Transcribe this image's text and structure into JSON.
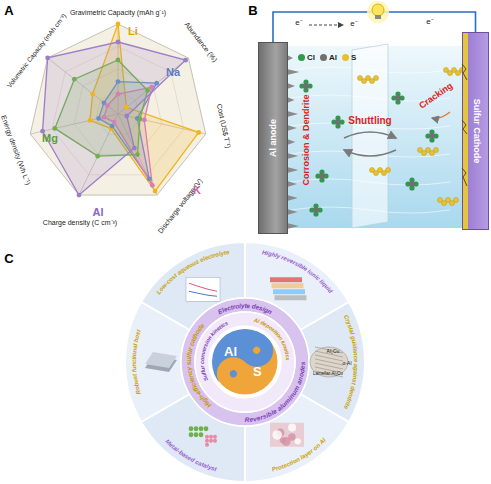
{
  "diagram": {
    "nodes": [
      {
        "text": [
          "Al anode"
        ]
      },
      {
        "text": [
          "Sulfur Cathode"
        ]
      },
      {
        "text": [
          "Al",
          "S"
        ]
      }
    ],
    "edges": [
      {
        "from": 0,
        "to": 1,
        "arrow": "none"
      }
    ],
    "labels": [
      "A",
      "Gravimetric Capacity (mAh g⁻¹)",
      "Abundance (%)",
      "Cost (US$ T⁻¹)",
      "Discharge voltage (V)",
      "Charge density (C cm⁻³)",
      "Energy density (Wh L⁻¹)",
      "Volumetric Capacity (mAh cm⁻³)",
      "Li",
      "Na",
      "K",
      "Mg",
      "Al",
      "B",
      "e⁻",
      "e⁻",
      "e⁻",
      "Corrosion & Dendrite",
      "Shuttling",
      "Cracking",
      "C",
      "Electrolyte design",
      "Al deposition kinetics",
      "Reversible aluminum anodes",
      "High-efficiency sulfur cathode",
      "Sulfur conversion kinetics",
      "Low-cost aqueous electrolyte",
      "Highly reversible ionic liquid",
      "Crystal guidance against dendrite",
      "Protection layer on Al",
      "Metal-based catalyst",
      "Robust functional host",
      "Al₂Cu",
      "α-Al",
      "Lamellar Al₂Cu"
    ],
    "legend": [
      {
        "text": "Cl",
        "color": "#2f9a4f"
      },
      {
        "text": "Al",
        "color": "#707070"
      },
      {
        "text": "S",
        "color": "#e6c02e"
      }
    ]
  }
}
